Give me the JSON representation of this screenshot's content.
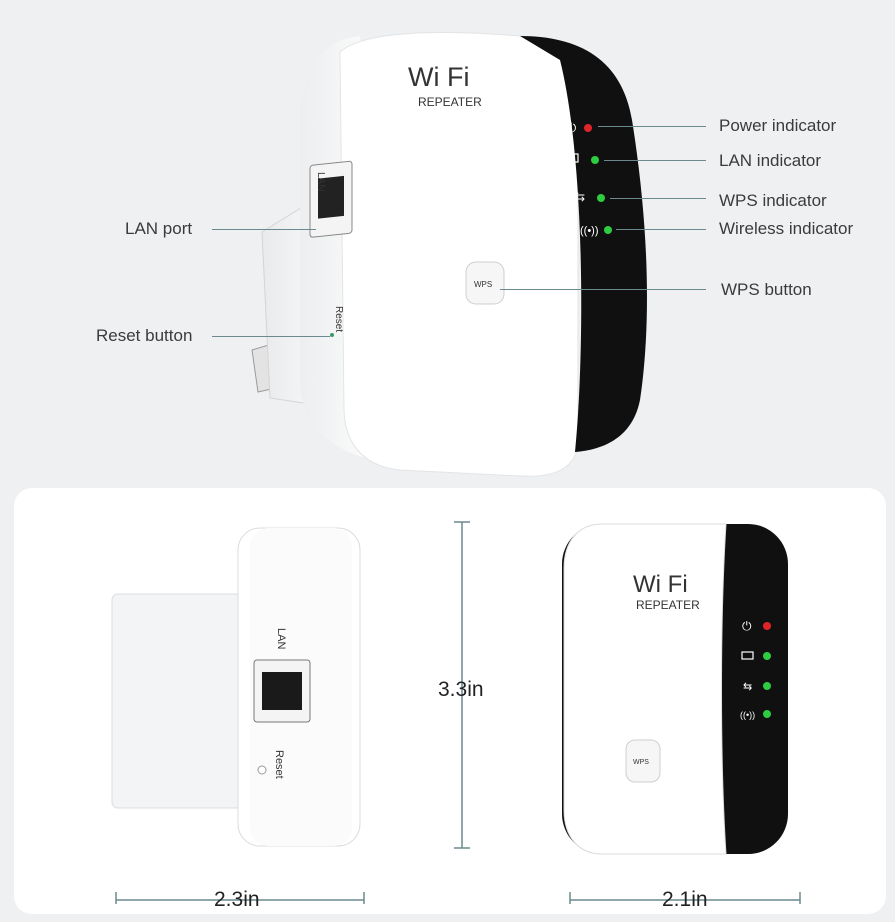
{
  "product": {
    "logo_line1": "Wi Fi",
    "logo_line2": "REPEATER",
    "wps_button_text": "WPS",
    "lan_text": "LAN",
    "reset_text": "Reset"
  },
  "callouts": {
    "power_indicator": "Power indicator",
    "lan_indicator": "LAN indicator",
    "wps_indicator": "WPS indicator",
    "wireless_indicator": "Wireless indicator",
    "wps_button": "WPS button",
    "lan_port": "LAN port",
    "reset_button": "Reset button"
  },
  "dimensions": {
    "height": "3.3in",
    "depth": "2.3in",
    "width": "2.1in"
  },
  "colors": {
    "power_led": "#e0242a",
    "status_led": "#2ecc40",
    "body": "#ffffff",
    "front_panel": "#111111",
    "leader": "#6a8a8f"
  }
}
